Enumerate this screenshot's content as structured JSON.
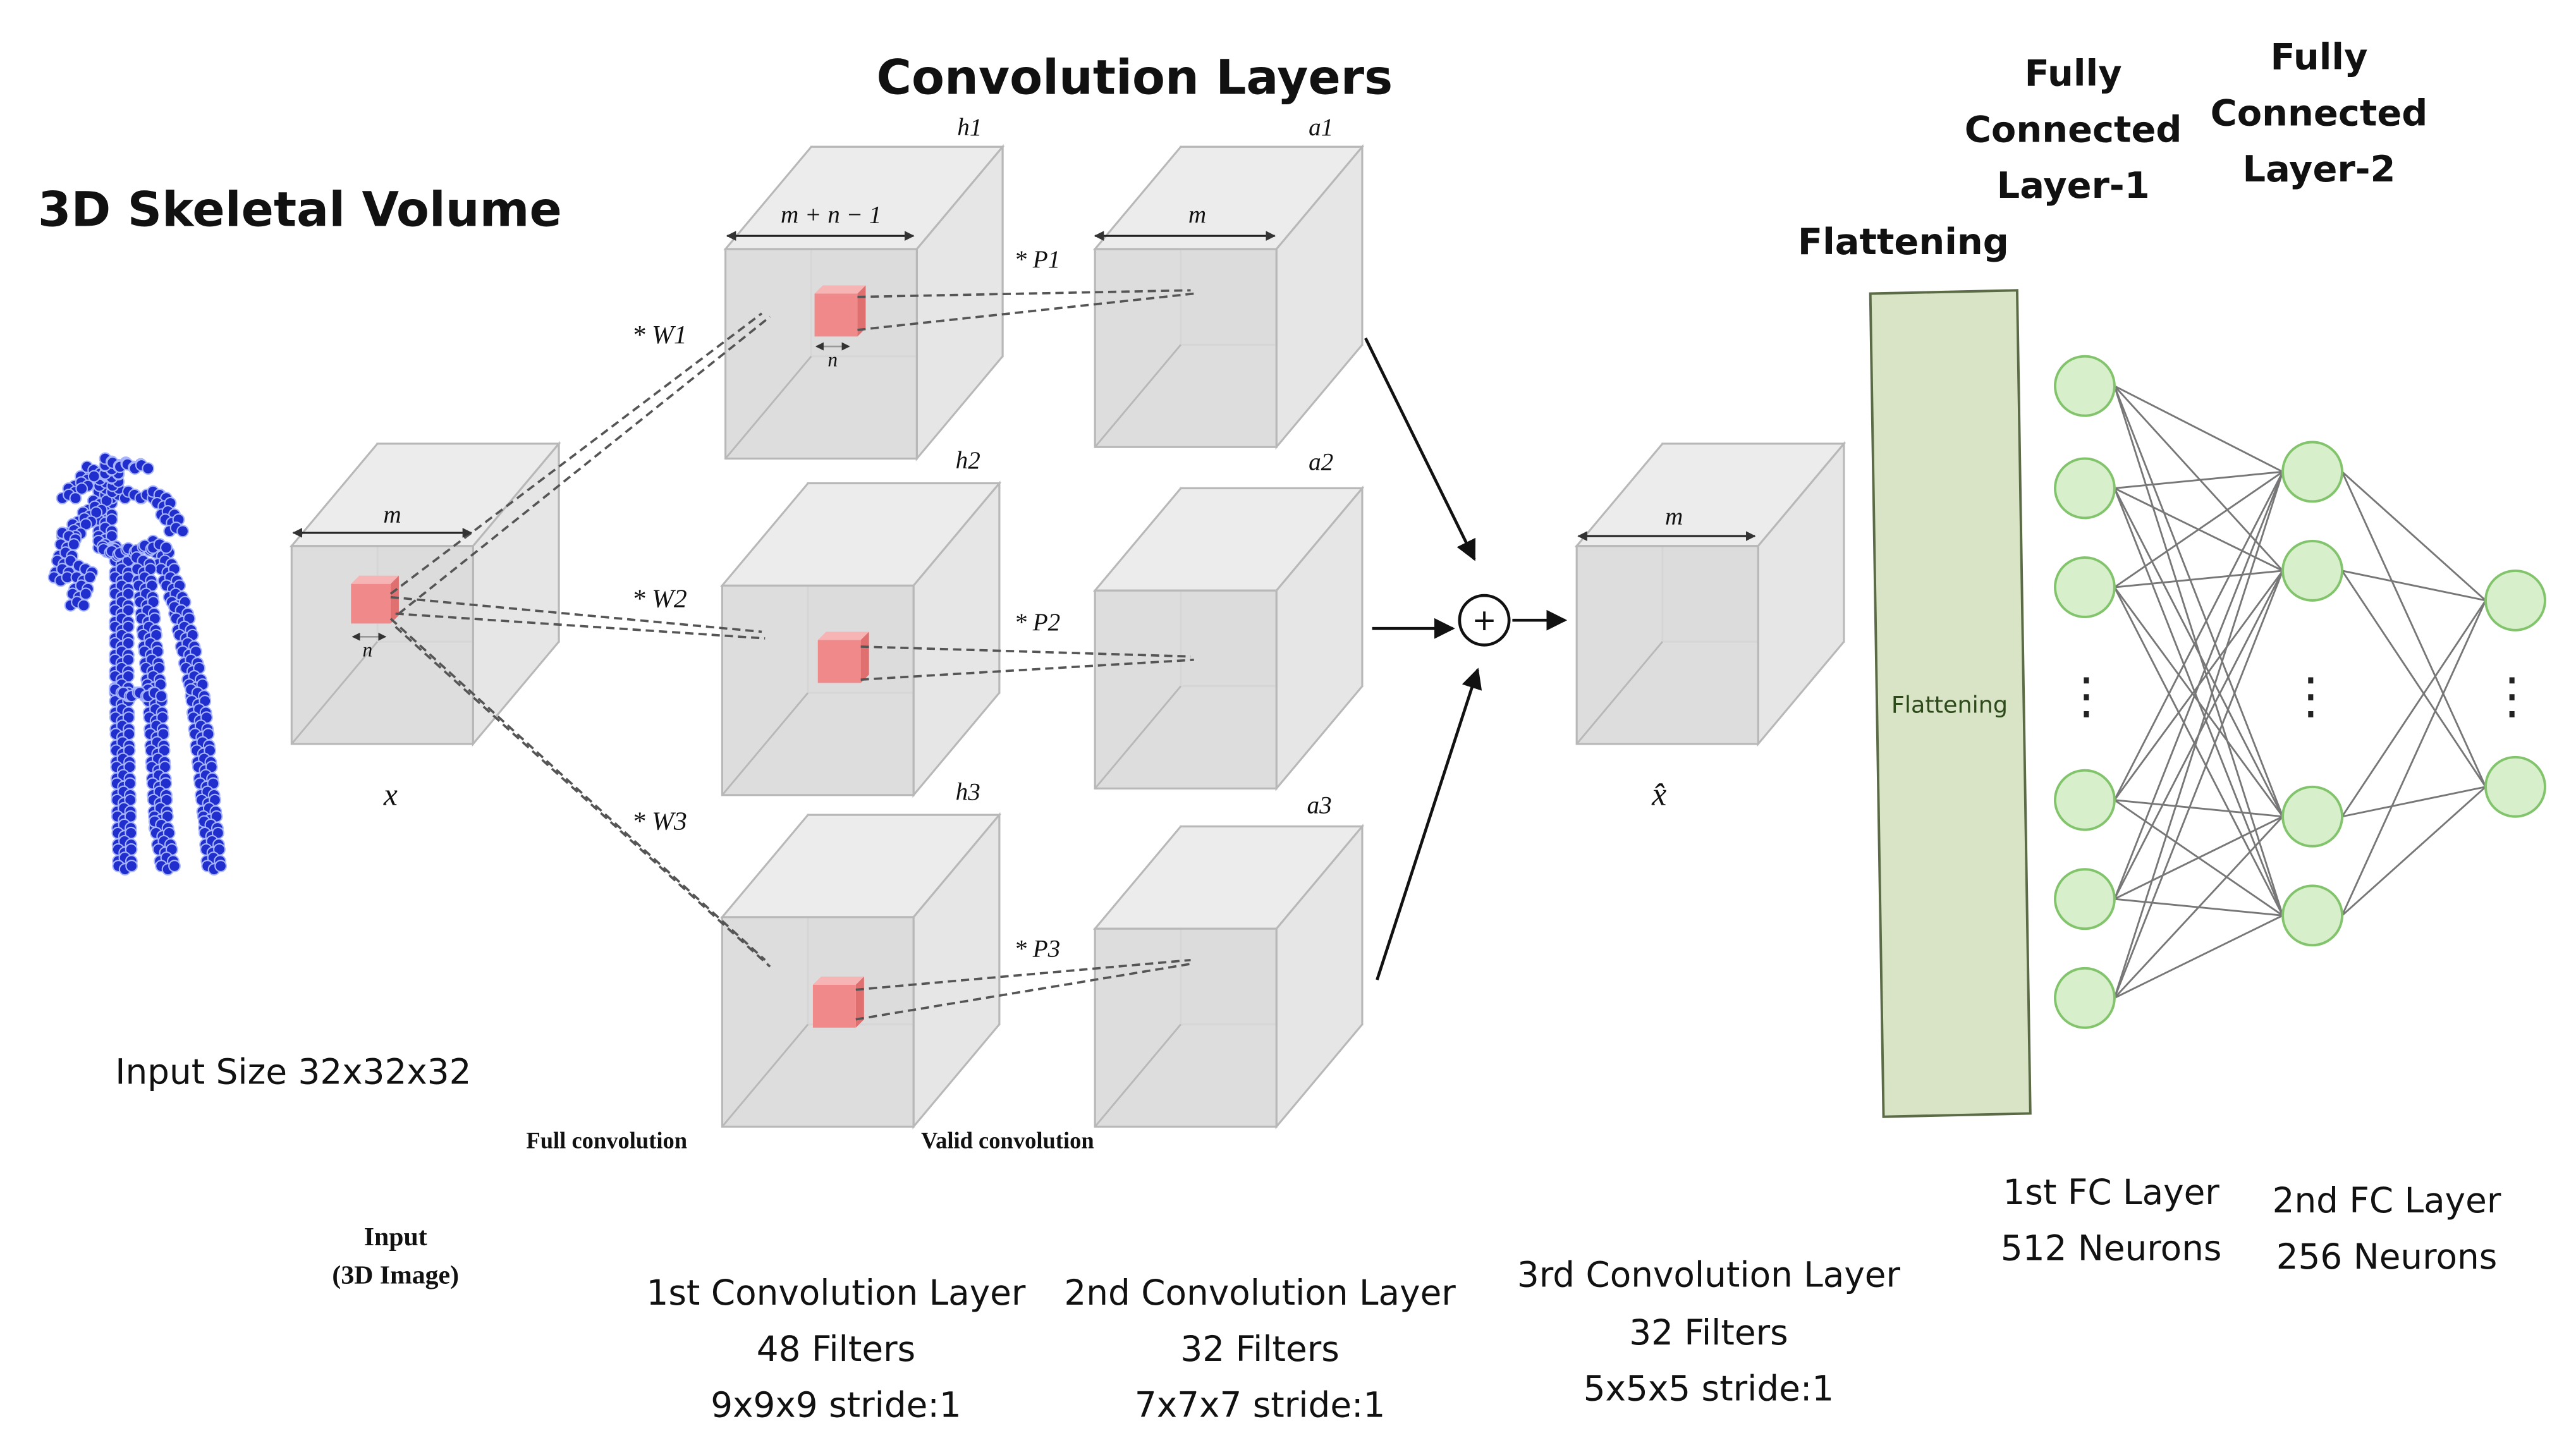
{
  "titles": {
    "skeletal": "3D Skeletal Volume",
    "conv_layers": "Convolution Layers",
    "flattening": "Flattening",
    "fc1": [
      "Fully",
      "Connected",
      "Layer-1"
    ],
    "fc2": [
      "Fully",
      "Connected",
      "Layer-2"
    ]
  },
  "input": {
    "size": "Input Size 32x32x32",
    "label": "Input",
    "sublabel": "(3D Image)",
    "cube_var": "x",
    "dim": "m",
    "kernel": "n"
  },
  "conv_stage": {
    "h_labels": [
      "h1",
      "h2",
      "h3"
    ],
    "a_labels": [
      "a1",
      "a2",
      "a3"
    ],
    "w_labels": [
      "* W1",
      "* W2",
      "* W3"
    ],
    "p_labels": [
      "* P1",
      "* P2",
      "* P3"
    ],
    "dim_h": "m + n − 1",
    "dim_a": "m",
    "kernel": "n",
    "full_conv": "Full convolution",
    "valid_conv": "Valid convolution"
  },
  "sum_symbol": "+",
  "output": {
    "cube_var": "x̂",
    "dim": "m"
  },
  "flatten_label": "Flattening",
  "ellipsis": "⋮",
  "captions": {
    "conv1": [
      "1st Convolution Layer",
      "48 Filters",
      "9x9x9 stride:1"
    ],
    "conv2": [
      "2nd Convolution Layer",
      "32 Filters",
      "7x7x7 stride:1"
    ],
    "conv3": [
      "3rd Convolution Layer",
      "32 Filters",
      "5x5x5 stride:1"
    ],
    "fc1": [
      "1st FC Layer",
      "512 Neurons"
    ],
    "fc2": [
      "2nd FC Layer",
      "256 Neurons"
    ]
  },
  "colors": {
    "cube_front": "#d9d9d9",
    "cube_edge": "#b8b8b8",
    "kernel": "#f08a8a",
    "flatten_fill": "#d9e4c6",
    "neuron_fill": "#d7efcb",
    "neuron_stroke": "#82c46b",
    "skeleton": "#1f2ecc"
  }
}
